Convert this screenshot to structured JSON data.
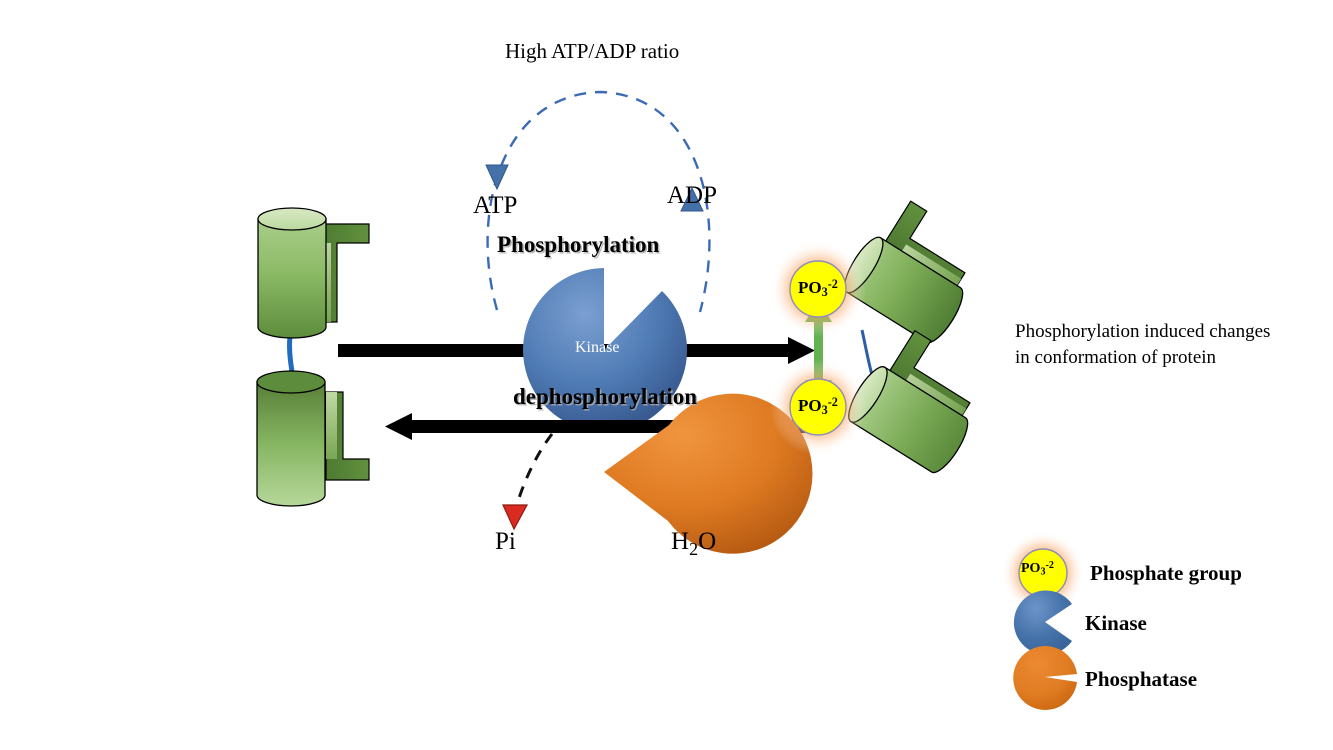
{
  "diagram": {
    "title_note": "Protein phosphorylation / dephosphorylation cycle",
    "labels": {
      "high_ratio": "High ATP/ADP ratio",
      "atp": "ATP",
      "adp": "ADP",
      "phosphorylation": "Phosphorylation",
      "dephosphorylation": "dephosphorylation",
      "pi": "Pi",
      "h2o_part1": "H",
      "h2o_sub": "2",
      "h2o_part2": "O",
      "conformation_note": "Phosphorylation induced changes in conformation of protein"
    },
    "enzymes": {
      "kinase_label": "Kinase",
      "phosphatase_label": "Phosphatase"
    },
    "phosphate": {
      "formula_main": "PO",
      "formula_sub": "3",
      "formula_sup": "-2"
    }
  },
  "legend": {
    "items": [
      {
        "icon": "phosphate-group-icon",
        "label": "Phosphate group"
      },
      {
        "icon": "kinase-icon",
        "label": "Kinase"
      },
      {
        "icon": "phosphatase-icon",
        "label": "Phosphatase"
      }
    ]
  },
  "colors": {
    "kinase_blue": "#4472a8",
    "phosphatase_orange": "#df7b22",
    "phosphate_yellow": "#ffff00",
    "glow_orange": "#f79646",
    "protein_green_light": "#cfe3b4",
    "protein_green_mid": "#76a94b",
    "protein_green_dark": "#4e7a32",
    "arrow_black": "#000000",
    "dashed_blue": "#3b6bb5",
    "pi_arrow_red": "#d92b1f",
    "green_double_arrow": "#62b252",
    "connector_blue": "#1f6cc0"
  }
}
